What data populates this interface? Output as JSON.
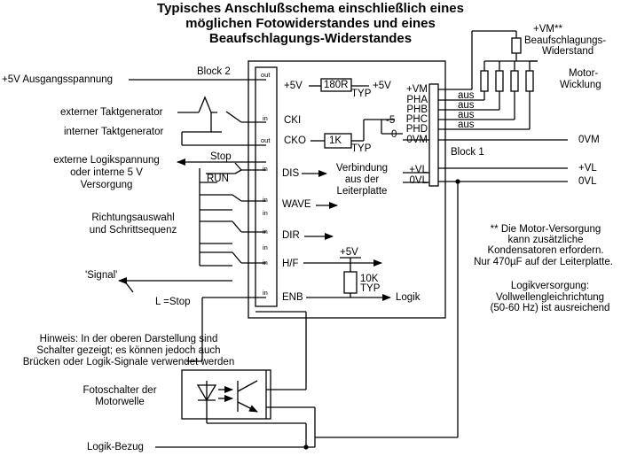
{
  "title": {
    "line1": "Typisches Anschlußschema einschließlich eines",
    "line2": "möglichen Fotowiderstandes und eines",
    "line3": "Beaufschlagungs-Widerstandes"
  },
  "left": {
    "plus5v": "+5V Ausgangsspannung",
    "block2": "Block 2",
    "ext_clock": "externer Taktgenerator",
    "int_clock": "interner Taktgenerator",
    "ext_logic1": "externe Logikspannung",
    "ext_logic2": "oder interne 5 V",
    "ext_logic3": "Versorgung",
    "stop": "Stop",
    "run": "RUN",
    "dir1": "Richtungsauswahl",
    "dir2": "und Schrittsequenz",
    "signal": "'Signal'",
    "lstop": "L  =Stop"
  },
  "block2_pins": {
    "out1": "out",
    "in1": "in",
    "out2": "out",
    "in2": "in",
    "in3": "in",
    "in4": "in",
    "in5": "in",
    "in6": "in",
    "in7": "in",
    "in8": "in"
  },
  "signals": {
    "cki": "CKI",
    "cko": "CKO",
    "dis": "DIS",
    "wave": "WAVE",
    "dir": "DIR",
    "hf": "H/F",
    "enb": "ENB"
  },
  "inner": {
    "p5v_left": "+5V",
    "r180": "180R",
    "p5v_right": "+5V",
    "typ1": "TYP",
    "r1k": "1K",
    "typ2": "TYP",
    "neg5": "-5",
    "zero": "0",
    "verb1": "Verbindung",
    "verb2": "aus der",
    "verb3": "Leiterplatte",
    "p5v_hf": "+5V",
    "r10k": "10K",
    "typ3": "TYP",
    "logik": "Logik"
  },
  "block1": {
    "label": "Block 1",
    "pins": [
      "+VM",
      "PHA",
      "PHB",
      "PHC",
      "PHD",
      "0VM",
      "+VL",
      "0VL"
    ]
  },
  "right": {
    "vm_top": "+VM**",
    "beauf1": "Beaufschlagungs-",
    "beauf2": "Widerstand",
    "motor1": "Motor-",
    "motor2": "Wicklung",
    "aus": [
      "aus",
      "aus",
      "aus",
      "aus"
    ],
    "out_0vm": "0VM",
    "out_vl": "+VL",
    "out_0vl": "0VL"
  },
  "notes": {
    "motor1": "** Die Motor-Versorgung",
    "motor2": "kann zusätzliche",
    "motor3": "Kondensatoren erfordern.",
    "motor4": "Nur 470µF auf der Leiterplatte.",
    "logic1": "Logikversorgung:",
    "logic2": "Vollwellengleichrichtung",
    "logic3": "(50-60 Hz) ist ausreichend",
    "hint1": "Hinweis: In der oberen Darstellung sind",
    "hint2": "Schalter gezeigt; es können jedoch auch",
    "hint3": "Brücken oder Logik-Signale verwendet werden",
    "photo1": "Fotoschalter der",
    "photo2": "Motorwelle",
    "logic_ref": "Logik-Bezug"
  }
}
